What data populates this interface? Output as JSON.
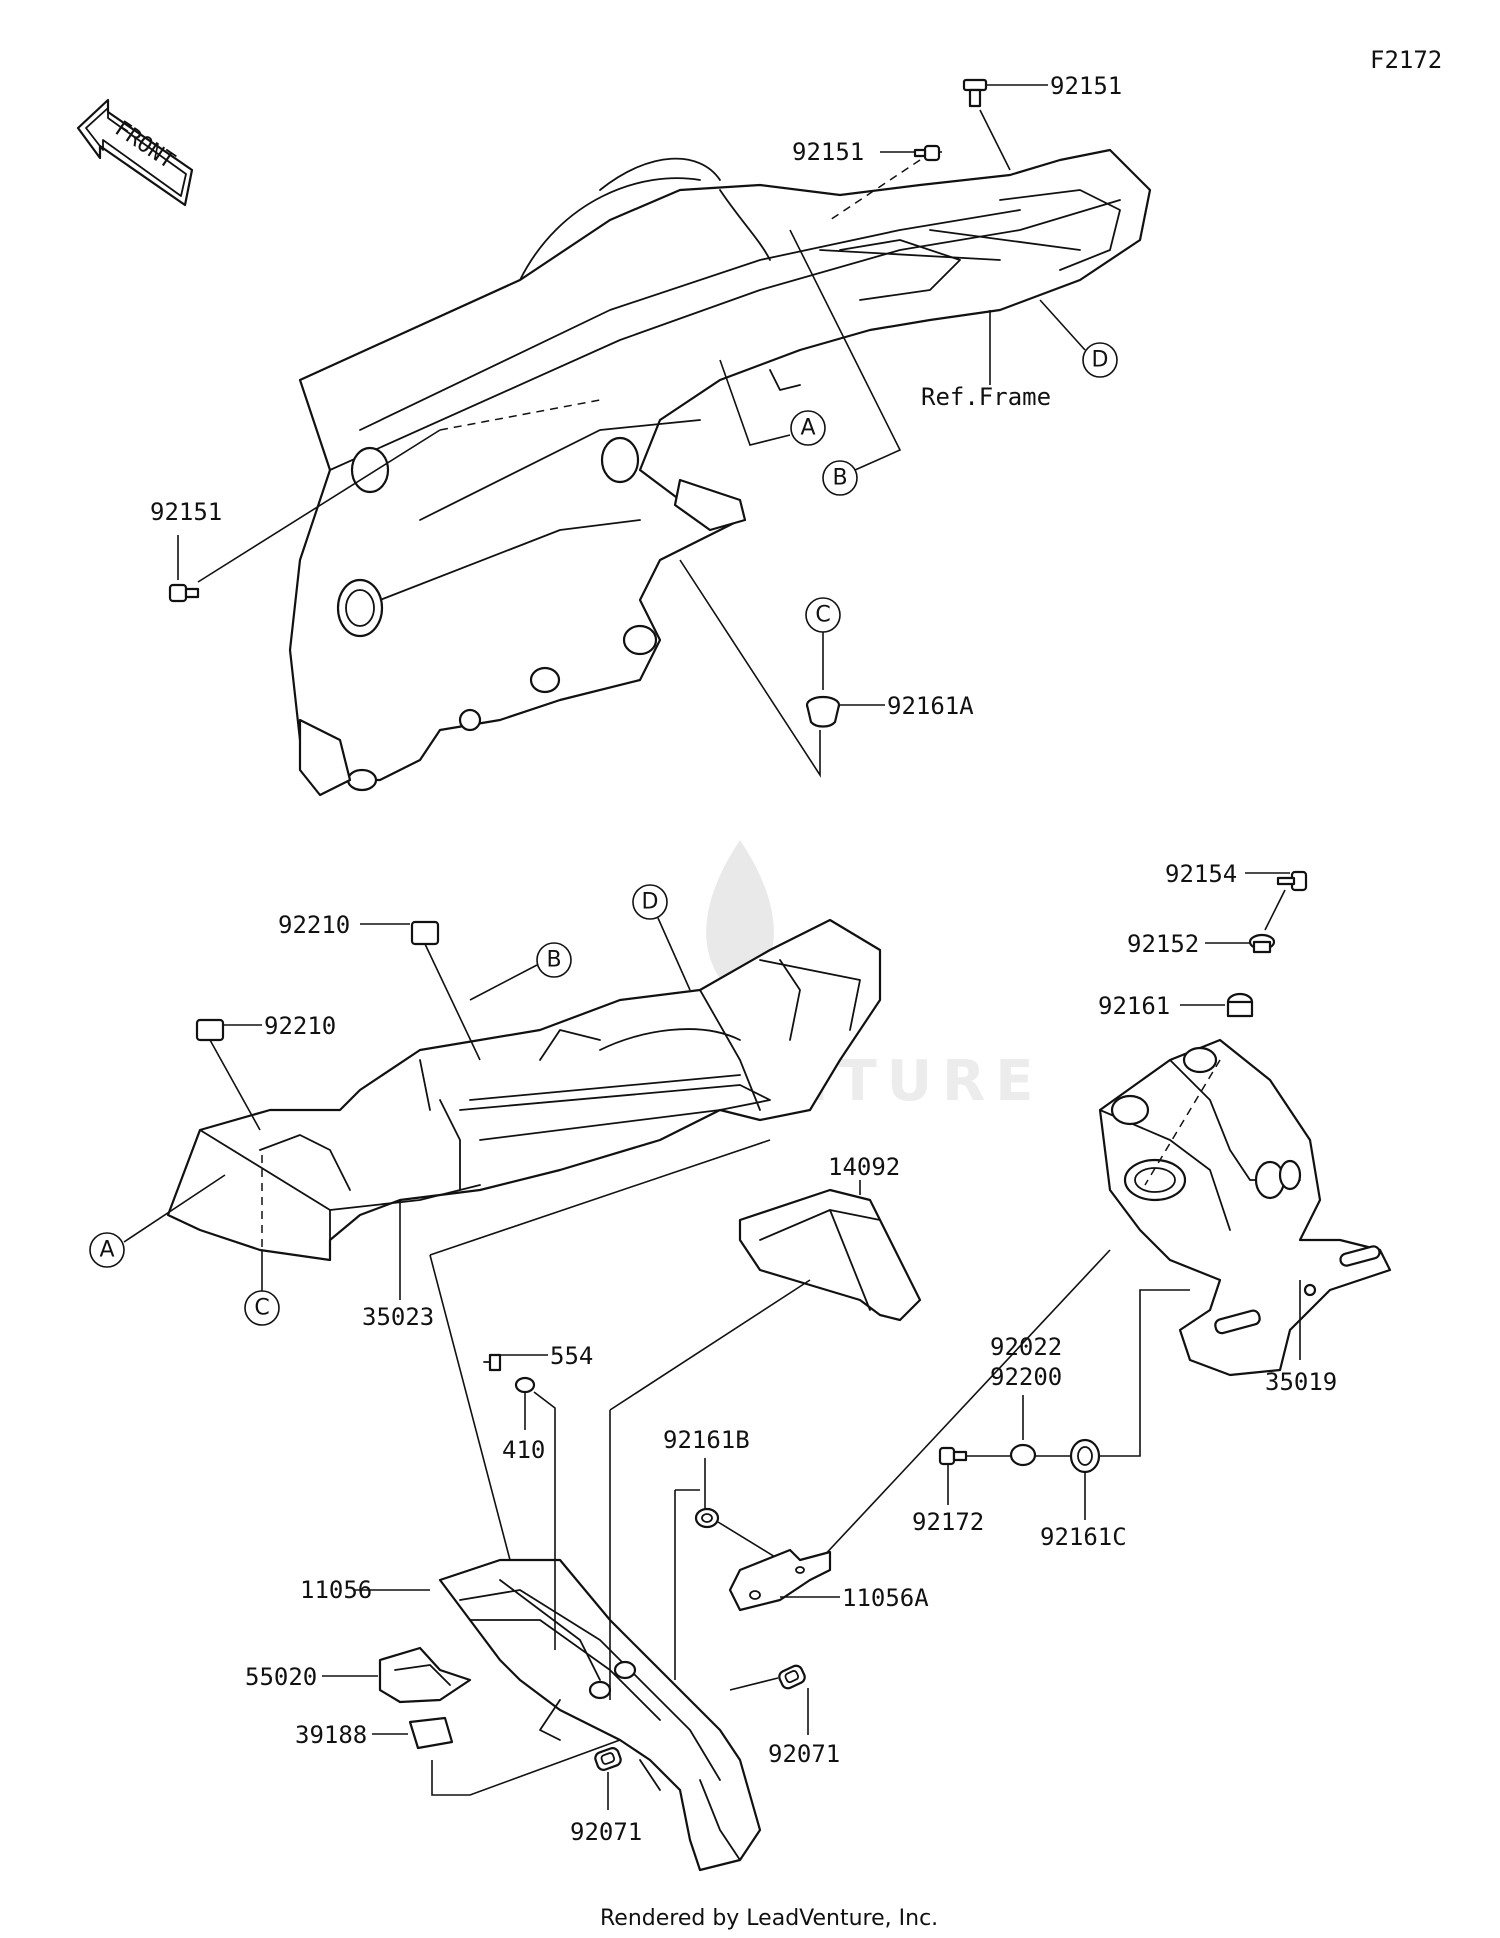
{
  "figure_code": "F2172",
  "front_label": "FRONT",
  "ref_frame_label": "Ref.Frame",
  "watermark_text": "VENTURE",
  "footer": "Rendered by LeadVenture, Inc.",
  "callouts": [
    "A",
    "B",
    "C",
    "D"
  ],
  "parts": {
    "bolt_92151": "92151",
    "cap_92161A": "92161A",
    "bolt_92154": "92154",
    "collar_92152": "92152",
    "damper_92161": "92161",
    "nut_92210": "92210",
    "fender_35023": "35023",
    "plate_14092": "14092",
    "bracket_35019": "35019",
    "clip_554": "554",
    "washer_410": "410",
    "damper_92161B": "92161B",
    "washer_92022": "92022",
    "washer_92200": "92200",
    "bolt_92172": "92172",
    "damper_92161C": "92161C",
    "bracket_11056": "11056",
    "bracket_11056A": "11056A",
    "pad_55020": "55020",
    "label_39188": "39188",
    "grommet_92071": "92071"
  },
  "icons": [
    "front-arrow-icon",
    "leadventure-logo-icon"
  ]
}
